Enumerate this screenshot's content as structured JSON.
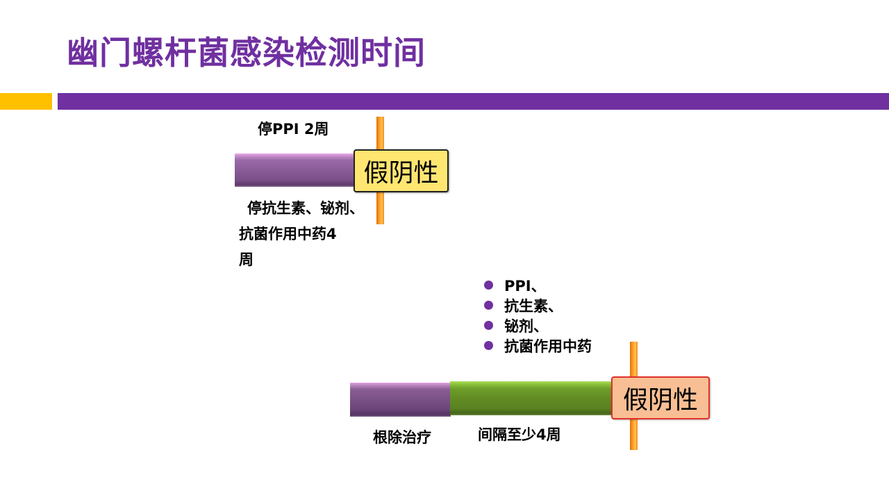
{
  "slide": {
    "title": "幽门螺杆菌感染检测时间",
    "colors": {
      "title": "#7030a0",
      "accent_yellow": "#ffc000",
      "accent_purple": "#7030a0",
      "bar_purple": "#8a5c98",
      "bar_green": "#628c24",
      "marker_orange": "#ff9a20",
      "box_yellow": "#ffe671",
      "box_pink": "#f9bf94",
      "box_pink_border": "#e0302a",
      "bullet": "#7030a0"
    }
  },
  "timeline1": {
    "top_label": "停PPI 2周",
    "marker_label": "假阴性",
    "bottom_label_lines": [
      "停抗生素、铋剂、",
      "抗菌作用中药4",
      "周"
    ]
  },
  "timeline2": {
    "bullets": [
      "PPI、",
      "抗生素、",
      "铋剂、",
      "抗菌作用中药"
    ],
    "segment1_label": "根除治疗",
    "segment2_label": "间隔至少4周",
    "marker_label": "假阴性"
  }
}
